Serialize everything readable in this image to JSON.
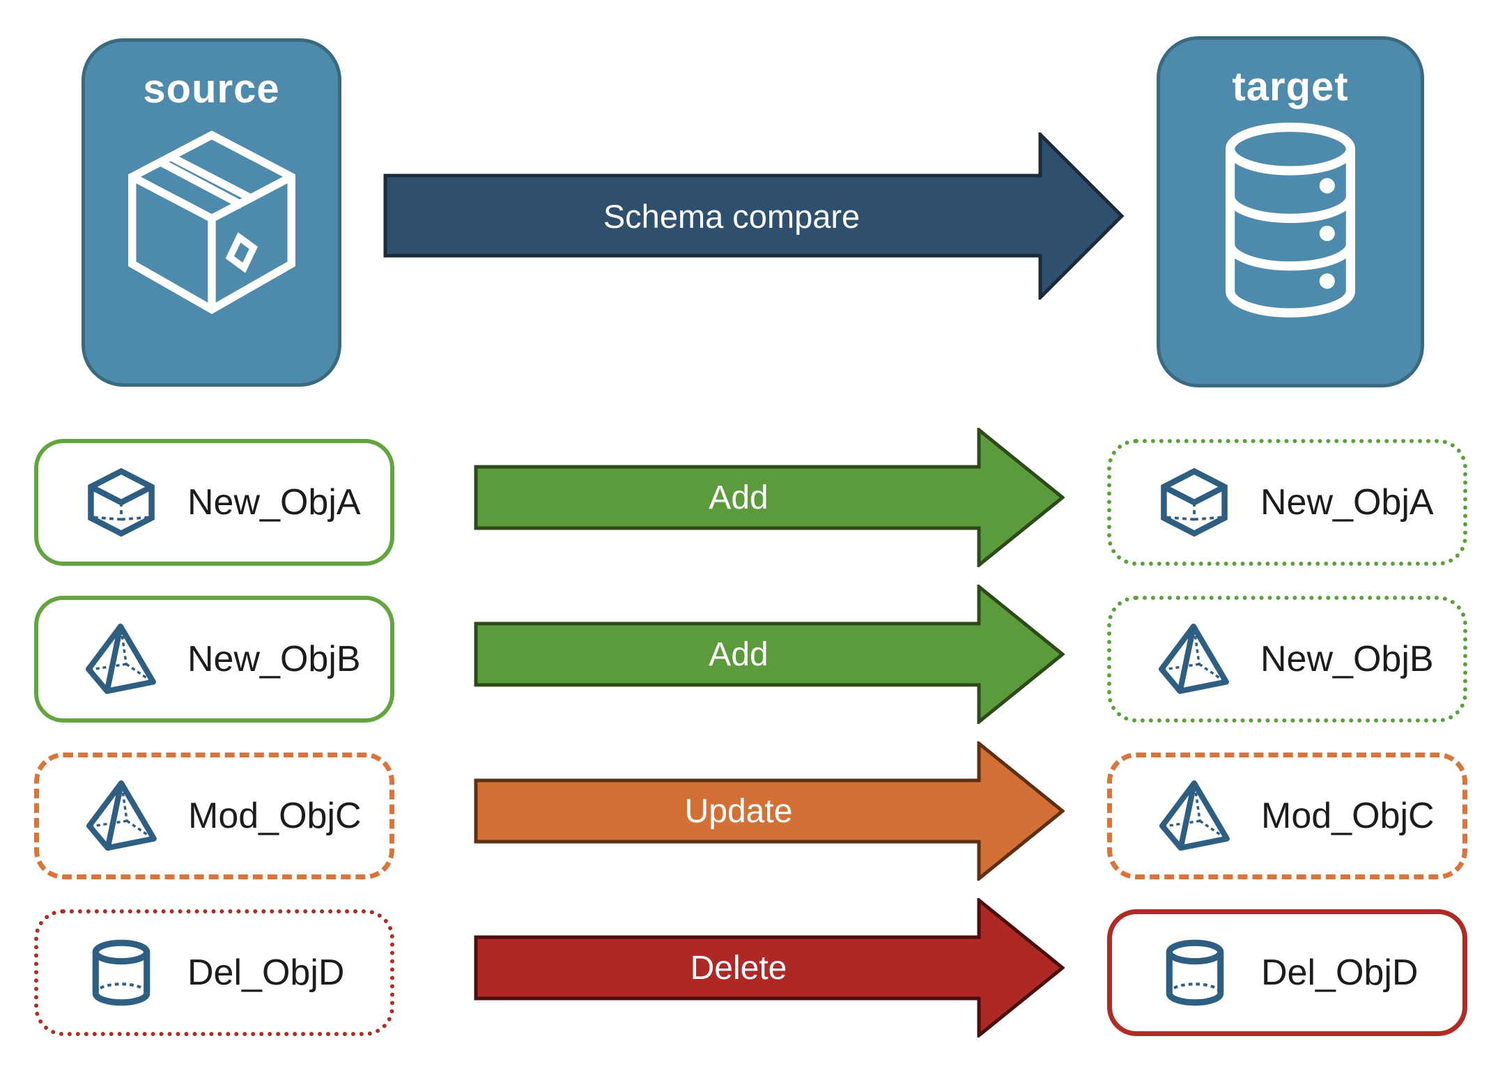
{
  "source": {
    "title": "source",
    "icon": "package-icon"
  },
  "target": {
    "title": "target",
    "icon": "database-icon"
  },
  "compare_arrow": {
    "label": "Schema compare"
  },
  "rows": [
    {
      "left": {
        "label": "New_ObjA",
        "icon": "cube-icon",
        "border_style": "solid-green"
      },
      "arrow": {
        "label": "Add",
        "color_name": "green"
      },
      "right": {
        "label": "New_ObjA",
        "icon": "cube-icon",
        "border_style": "dotted-green"
      }
    },
    {
      "left": {
        "label": "New_ObjB",
        "icon": "pyramid-icon",
        "border_style": "solid-green"
      },
      "arrow": {
        "label": "Add",
        "color_name": "green"
      },
      "right": {
        "label": "New_ObjB",
        "icon": "pyramid-icon",
        "border_style": "dotted-green"
      }
    },
    {
      "left": {
        "label": "Mod_ObjC",
        "icon": "pyramid-icon",
        "border_style": "dashed-orange"
      },
      "arrow": {
        "label": "Update",
        "color_name": "orange"
      },
      "right": {
        "label": "Mod_ObjC",
        "icon": "pyramid-icon",
        "border_style": "dashed-orange"
      }
    },
    {
      "left": {
        "label": "Del_ObjD",
        "icon": "cylinder-icon",
        "border_style": "dotted-red"
      },
      "arrow": {
        "label": "Delete",
        "color_name": "red"
      },
      "right": {
        "label": "Del_ObjD",
        "icon": "cylinder-icon",
        "border_style": "solid-red"
      }
    }
  ],
  "colors": {
    "entity_fill": "#4E8AAB",
    "entity_border": "#3A6A80",
    "compare_arrow_fill": "#2E506E",
    "compare_arrow_border": "#1C2B39",
    "add_arrow_fill": "#5C9B3C",
    "add_arrow_border": "#2E4A1B",
    "update_arrow_fill": "#D37036",
    "update_arrow_border": "#5E3012",
    "delete_arrow_fill": "#AE2926",
    "delete_arrow_border": "#4B100E",
    "new_object_border": "#63A43F",
    "modified_object_border": "#DA7438",
    "deleted_object_border": "#B02B24",
    "object_icon_color": "#2E5F82",
    "object_label_text": "#1C1C1C",
    "arrow_label_text": "#FFFFFF"
  }
}
